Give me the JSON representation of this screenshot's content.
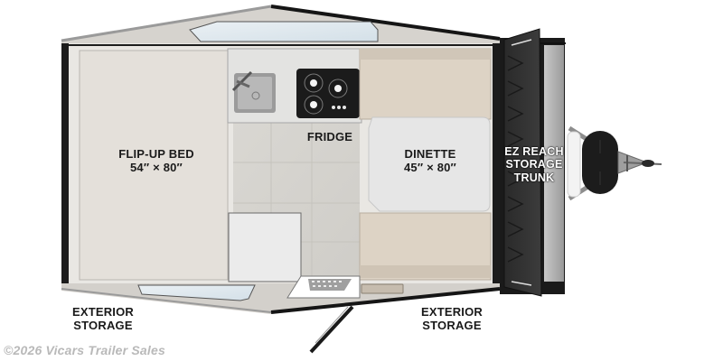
{
  "floorplan": {
    "labels": {
      "flip_up_bed": {
        "title": "FLIP-UP BED",
        "size": "54″ × 80″"
      },
      "fridge": {
        "title": "FRIDGE"
      },
      "dinette": {
        "title": "DINETTE",
        "size": "45″ × 80″"
      },
      "trunk": {
        "line1": "EZ REACH",
        "line2": "STORAGE",
        "line3": "TRUNK"
      },
      "exterior_storage_left": {
        "line1": "EXTERIOR",
        "line2": "STORAGE"
      },
      "exterior_storage_right": {
        "line1": "EXTERIOR",
        "line2": "STORAGE"
      }
    },
    "fixtures": [
      "sink-icon",
      "stovetop-icon",
      "entry-step-icon",
      "door-icon",
      "spare-tire-icon",
      "hitch-icon",
      "window-icon"
    ],
    "colors": {
      "wall_dark": "#1c1c1c",
      "roof_gray": "#cfccc6",
      "bed_cream": "#e4e0da",
      "floor_gray": "#d4d2cd",
      "dinette_tan": "#ddd3c5",
      "dinette_table": "#e6e6e6",
      "window_blue": "#dfe8ee"
    }
  },
  "watermark": {
    "text": "©2026 Vicars Trailer Sales"
  }
}
